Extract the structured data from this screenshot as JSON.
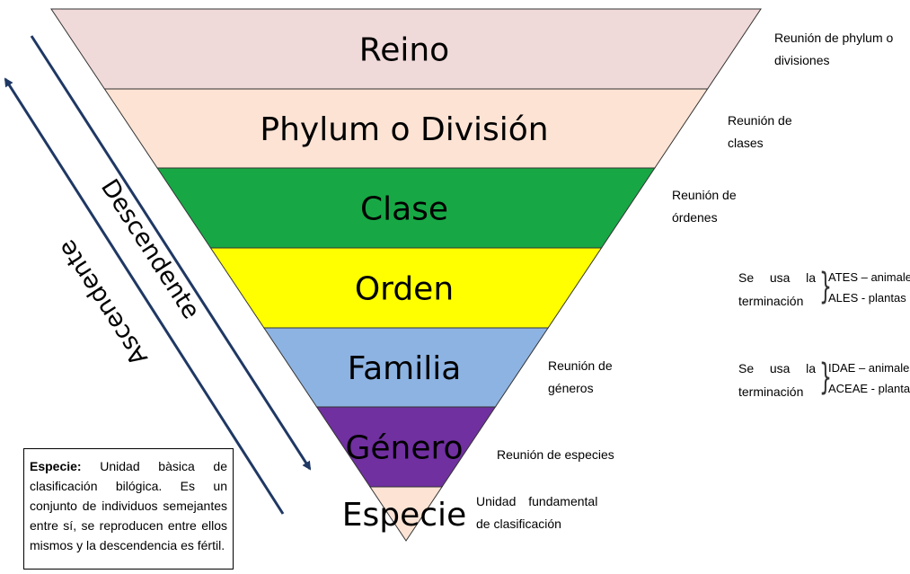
{
  "levels": [
    {
      "label": "Reino",
      "color": "#f0d9d9"
    },
    {
      "label": "Phylum o División",
      "color": "#fce3d4"
    },
    {
      "label": "Clase",
      "color": "#17a845"
    },
    {
      "label": "Orden",
      "color": "#ffff00"
    },
    {
      "label": "Familia",
      "color": "#8db3e2"
    },
    {
      "label": "Género",
      "color": "#7030a0"
    },
    {
      "label": "Especie",
      "color": "#fce3d4"
    }
  ],
  "arrows": {
    "descending": "Descendente",
    "ascending": "Ascendente",
    "color": "#1f3864"
  },
  "notes": {
    "reino": [
      "Reunión de phylum o",
      "divisiones"
    ],
    "phylum": [
      "Reunión de",
      "clases"
    ],
    "clase": [
      "Reunión de",
      "órdenes"
    ],
    "familia": [
      "Reunión de",
      "géneros"
    ],
    "genero": [
      "Reunión de especies"
    ],
    "especie": [
      "Unidad fundamental",
      "de clasificación"
    ]
  },
  "terminations": {
    "orden": {
      "se": [
        "Se",
        "usa",
        "la"
      ],
      "text": "terminación",
      "options": [
        "ATES – animales",
        "ALES - plantas"
      ]
    },
    "familia": {
      "se": [
        "Se",
        "usa",
        "la"
      ],
      "text": "terminación",
      "options": [
        "IDAE – animales",
        "ACEAE - plantas"
      ]
    }
  },
  "species_box": {
    "term": "Especie:",
    "definition": "Unidad bàsica de clasificación bilógica. Es un conjunto de individuos semejantes entre sí, se reproducen entre ellos mismos y la descendencia es fértil."
  }
}
